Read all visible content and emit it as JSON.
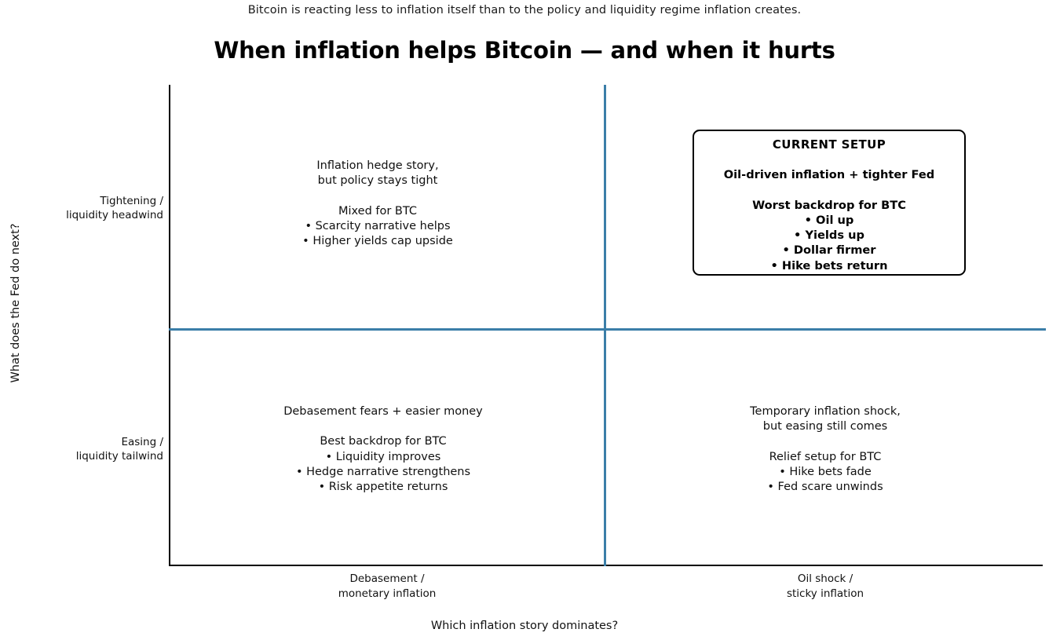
{
  "header": {
    "subtitle": "Bitcoin is reacting less to inflation itself than to the policy and liquidity regime inflation creates.",
    "title": "When inflation helps Bitcoin — and when it hurts"
  },
  "axes": {
    "ylabel": "What does the Fed do next?",
    "xlabel": "Which inflation story dominates?",
    "yticks": [
      {
        "line1": "Tightening /",
        "line2": "liquidity headwind"
      },
      {
        "line1": "Easing /",
        "line2": "liquidity tailwind"
      }
    ],
    "xticks": [
      {
        "line1": "Debasement /",
        "line2": "monetary inflation"
      },
      {
        "line1": "Oil shock /",
        "line2": "sticky inflation"
      }
    ]
  },
  "quadrants": {
    "top_left": {
      "head1": "Inflation hedge story,",
      "head2": "but policy stays tight",
      "verdict": "Mixed for BTC",
      "bullets": [
        "• Scarcity narrative helps",
        "• Higher yields cap upside"
      ]
    },
    "bottom_left": {
      "head1": "Debasement fears + easier money",
      "head2": "",
      "verdict": "Best backdrop for BTC",
      "bullets": [
        "• Liquidity improves",
        "• Hedge narrative strengthens",
        "• Risk appetite returns"
      ]
    },
    "bottom_right": {
      "head1": "Temporary inflation shock,",
      "head2": "but easing still comes",
      "verdict": "Relief setup for BTC",
      "bullets": [
        "• Hike bets fade",
        "• Fed scare unwinds"
      ]
    },
    "top_right_callout": {
      "title": "CURRENT SETUP",
      "head": "Oil-driven inflation + tighter Fed",
      "verdict": "Worst backdrop for BTC",
      "bullets": [
        "• Oil up",
        "• Yields up",
        "• Dollar firmer",
        "• Hike bets return"
      ]
    }
  },
  "colors": {
    "divider": "#3b7ea8",
    "spine": "#000000",
    "text": "#111111",
    "background": "#ffffff"
  },
  "chart_data": {
    "type": "table",
    "title": "When inflation helps Bitcoin — and when it hurts",
    "subtitle": "Bitcoin is reacting less to inflation itself than to the policy and liquidity regime inflation creates.",
    "xlabel": "Which inflation story dominates?",
    "ylabel": "What does the Fed do next?",
    "x_categories": [
      "Debasement / monetary inflation",
      "Oil shock / sticky inflation"
    ],
    "y_categories": [
      "Tightening / liquidity headwind",
      "Easing / liquidity tailwind"
    ],
    "grid": false,
    "legend": "none",
    "cells": [
      {
        "x": "Debasement / monetary inflation",
        "y": "Tightening / liquidity headwind",
        "headline": "Inflation hedge story, but policy stays tight",
        "verdict": "Mixed for BTC",
        "bullets": [
          "Scarcity narrative helps",
          "Higher yields cap upside"
        ],
        "highlighted": false
      },
      {
        "x": "Oil shock / sticky inflation",
        "y": "Tightening / liquidity headwind",
        "headline": "Oil-driven inflation + tighter Fed",
        "verdict": "Worst backdrop for BTC",
        "bullets": [
          "Oil up",
          "Yields up",
          "Dollar firmer",
          "Hike bets return"
        ],
        "highlighted": true,
        "badge": "CURRENT SETUP"
      },
      {
        "x": "Debasement / monetary inflation",
        "y": "Easing / liquidity tailwind",
        "headline": "Debasement fears + easier money",
        "verdict": "Best backdrop for BTC",
        "bullets": [
          "Liquidity improves",
          "Hedge narrative strengthens",
          "Risk appetite returns"
        ],
        "highlighted": false
      },
      {
        "x": "Oil shock / sticky inflation",
        "y": "Easing / liquidity tailwind",
        "headline": "Temporary inflation shock, but easing still comes",
        "verdict": "Relief setup for BTC",
        "bullets": [
          "Hike bets fade",
          "Fed scare unwinds"
        ],
        "highlighted": false
      }
    ]
  }
}
